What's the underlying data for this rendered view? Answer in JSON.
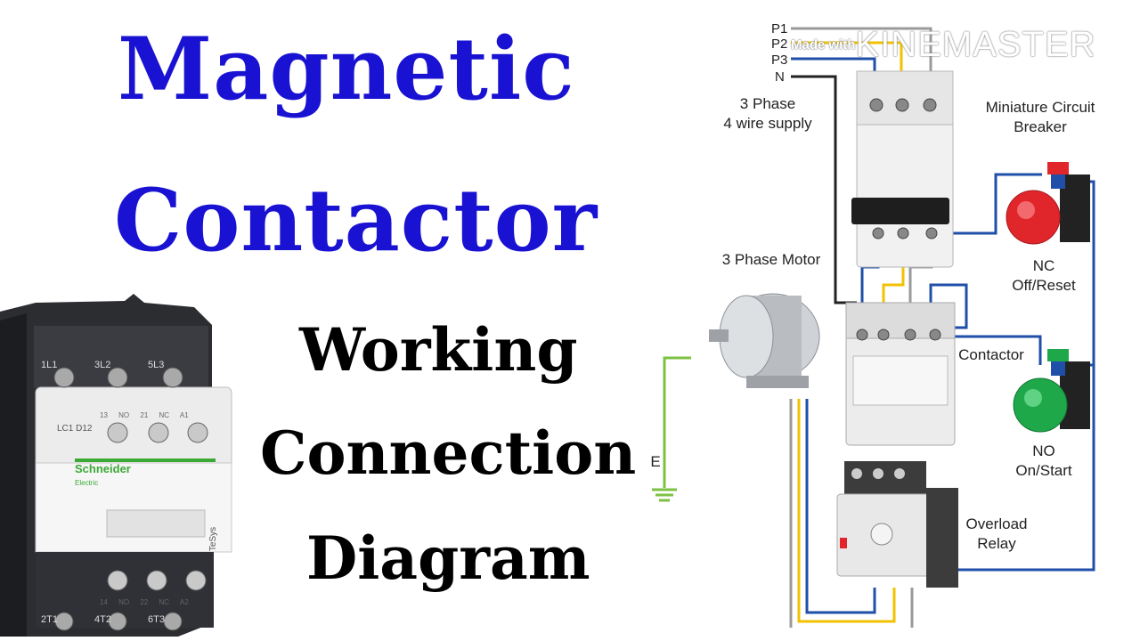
{
  "title": {
    "line1": "Magnetic",
    "line2": "Contactor"
  },
  "subtitle": {
    "line1": "Working",
    "line2": "Connection",
    "line3": "Diagram"
  },
  "watermark": {
    "prefix": "Made with",
    "brand": "KINEMASTER"
  },
  "diagram": {
    "supply_lines": [
      "P1",
      "P2",
      "P3",
      "N"
    ],
    "supply_label": [
      "3 Phase",
      "4 wire supply"
    ],
    "mcb_label": [
      "Miniature Circuit",
      "Breaker"
    ],
    "motor_label": "3 Phase Motor",
    "nc_label": [
      "NC",
      "Off/Reset"
    ],
    "no_label": [
      "NO",
      "On/Start"
    ],
    "contactor_label": "Contactor",
    "overload_label": [
      "Overload",
      "Relay"
    ],
    "earth_label": "E"
  },
  "device": {
    "brand": "Schneider",
    "brand_sub": "Electric",
    "model": "LC1 D12",
    "series": "TeSys",
    "top_terminals": [
      "1L1",
      "3L2",
      "5L3"
    ],
    "bottom_terminals": [
      "2T1",
      "4T2",
      "6T3"
    ],
    "aux_top": [
      "13",
      "NO",
      "21",
      "NC",
      "A1"
    ],
    "aux_bottom": [
      "14",
      "NO",
      "22",
      "NC",
      "A2"
    ]
  },
  "colors": {
    "title": "#1a12d2",
    "wire_blue": "#1f4fa8",
    "wire_yellow": "#f2c200",
    "wire_black": "#222222",
    "wire_grey": "#9a9a9a",
    "earth_green": "#7dc142",
    "nc_button": "#e0262b",
    "no_button": "#1fa84a",
    "brand_green": "#3aaa35"
  }
}
